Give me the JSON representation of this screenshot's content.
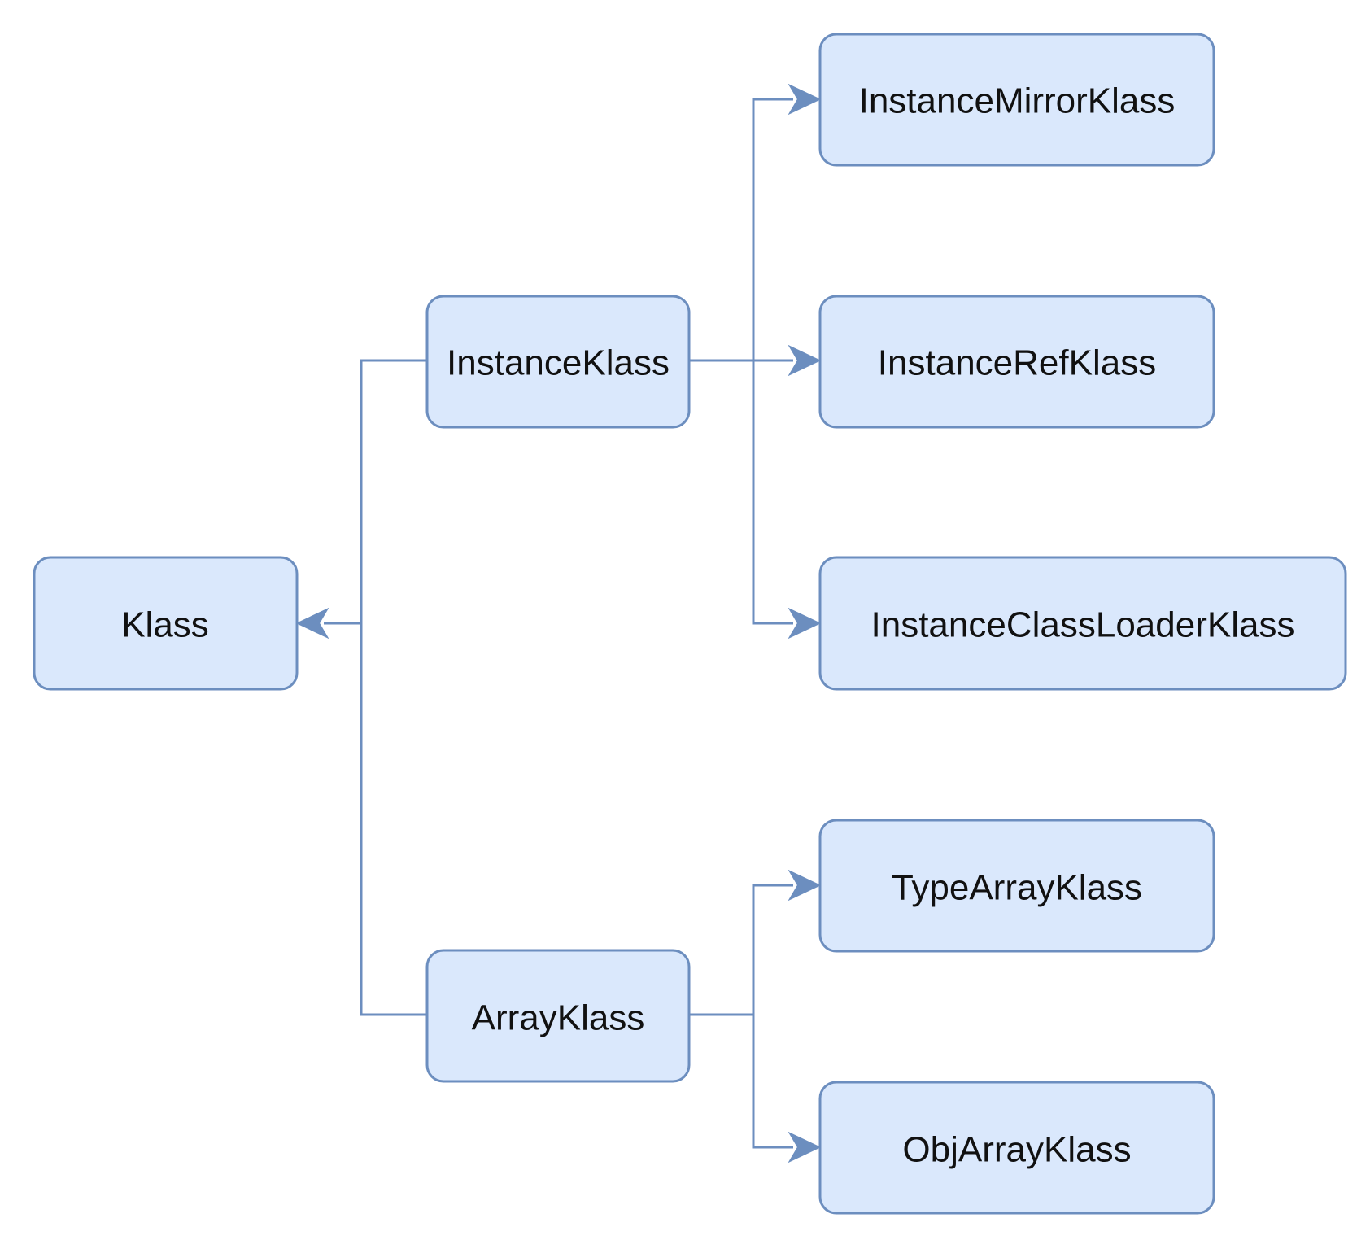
{
  "diagram": {
    "type": "class-hierarchy",
    "nodes": {
      "klass": "Klass",
      "instance_klass": "InstanceKlass",
      "array_klass": "ArrayKlass",
      "instance_mirror_klass": "InstanceMirrorKlass",
      "instance_ref_klass": "InstanceRefKlass",
      "instance_class_loader_klass": "InstanceClassLoaderKlass",
      "type_array_klass": "TypeArrayKlass",
      "obj_array_klass": "ObjArrayKlass"
    },
    "edges": [
      {
        "from": "InstanceKlass",
        "to": "Klass"
      },
      {
        "from": "ArrayKlass",
        "to": "Klass"
      },
      {
        "from": "InstanceKlass",
        "to": "InstanceMirrorKlass"
      },
      {
        "from": "InstanceKlass",
        "to": "InstanceRefKlass"
      },
      {
        "from": "InstanceKlass",
        "to": "InstanceClassLoaderKlass"
      },
      {
        "from": "ArrayKlass",
        "to": "TypeArrayKlass"
      },
      {
        "from": "ArrayKlass",
        "to": "ObjArrayKlass"
      }
    ],
    "colors": {
      "node_fill": "#dae8fc",
      "node_stroke": "#6c8ebf",
      "edge": "#6c8ebf",
      "text": "#111111",
      "background": "#ffffff"
    }
  }
}
